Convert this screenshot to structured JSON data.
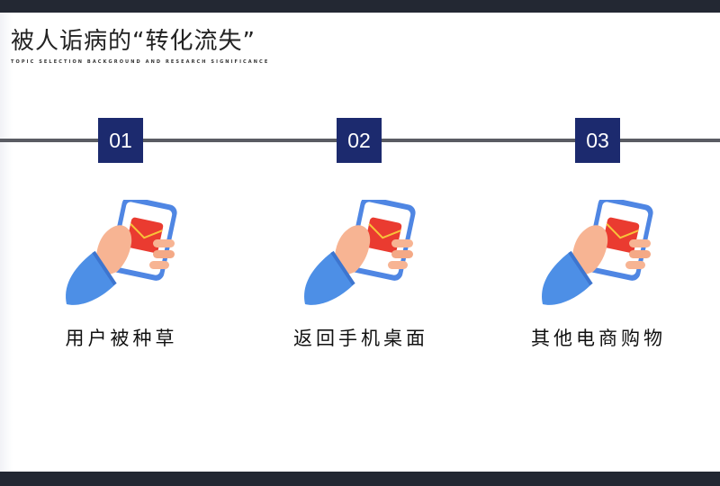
{
  "header": {
    "title": "被人诟病的“转化流失”",
    "subtitle": "TOPIC SELECTION BACKGROUND AND RESEARCH SIGNIFICANCE"
  },
  "steps": [
    {
      "number": "01",
      "label": "用户被种草",
      "icon": "hand-phone-red-envelope-icon"
    },
    {
      "number": "02",
      "label": "返回手机桌面",
      "icon": "hand-phone-red-envelope-icon"
    },
    {
      "number": "03",
      "label": "其他电商购物",
      "icon": "hand-phone-red-envelope-icon"
    }
  ],
  "colors": {
    "badge": "#1c2a6e",
    "timeline": "#5a5c63",
    "frame": "#232833",
    "sleeve": "#4d8fe6",
    "skin": "#f7b493",
    "envelope": "#ea3b30"
  }
}
